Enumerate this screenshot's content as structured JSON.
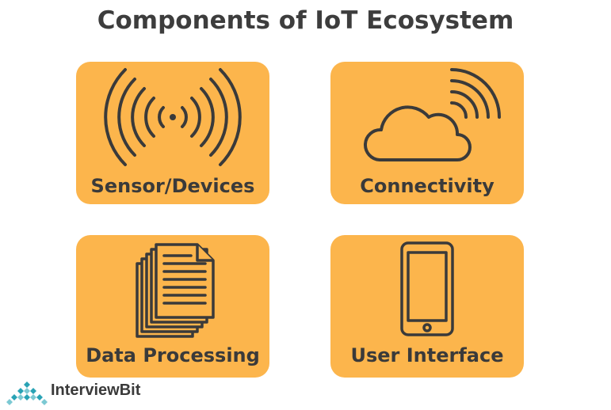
{
  "title": "Components of IoT Ecosystem",
  "colors": {
    "card": "#fcb54c",
    "ink": "#3a3a3a",
    "brand": "#29a3b5"
  },
  "cards": [
    {
      "label": "Sensor/Devices",
      "icon": "signal-waves-icon"
    },
    {
      "label": "Connectivity",
      "icon": "cloud-wifi-icon"
    },
    {
      "label": "Data Processing",
      "icon": "documents-stack-icon"
    },
    {
      "label": "User Interface",
      "icon": "smartphone-icon"
    }
  ],
  "brand": {
    "part1": "Interview",
    "part2": "Bit"
  }
}
